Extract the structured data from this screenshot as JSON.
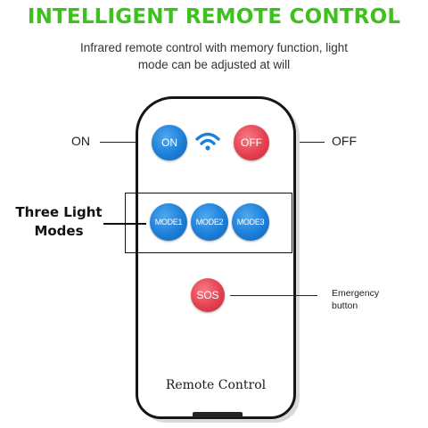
{
  "header": {
    "title": "INTELLIGENT REMOTE CONTROL",
    "subtitle_line1": "Infrared remote control with memory function, light",
    "subtitle_line2": "mode can be adjusted at will"
  },
  "colors": {
    "title_green": "#3ec11f",
    "button_blue": "#1d7fd8",
    "button_red": "#e5414f"
  },
  "remote": {
    "buttons": {
      "on": "ON",
      "off": "OFF",
      "mode1": "MODE1",
      "mode2": "MODE2",
      "mode3": "MODE3",
      "sos": "SOS"
    },
    "signal_icon": "wifi-signal-icon",
    "brand_text": "Remote Control"
  },
  "callouts": {
    "on": "ON",
    "off": "OFF",
    "modes_line1": "Three Light",
    "modes_line2": "Modes",
    "emergency_line1": "Emergency",
    "emergency_line2": "button"
  }
}
